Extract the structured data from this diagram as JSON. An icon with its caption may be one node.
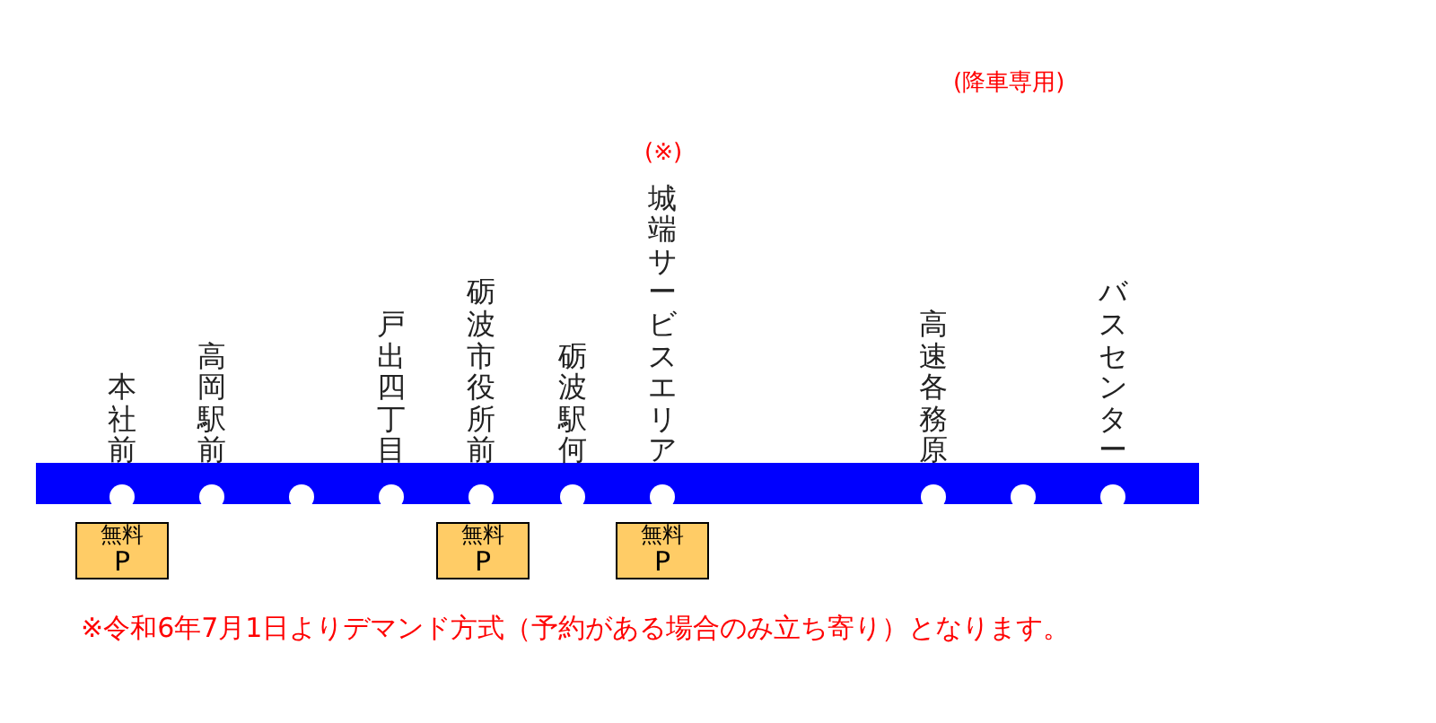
{
  "diagram": {
    "nodes": [
      {
        "text": [
          "本社前"
        ]
      },
      {
        "text": [
          "高岡駅前"
        ]
      },
      {
        "text": [],
        "shape": "circle"
      },
      {
        "text": [
          "戸出四丁目"
        ]
      },
      {
        "text": [
          "砺波市役所前"
        ]
      },
      {
        "text": [
          "砺波駅何"
        ]
      },
      {
        "text": [
          "城端サービスエリア"
        ]
      },
      {
        "text": [
          "高速各務原"
        ]
      },
      {
        "text": [],
        "shape": "circle"
      },
      {
        "text": [
          "バスセンター"
        ]
      },
      {
        "text": [
          "無料",
          "P"
        ]
      },
      {
        "text": [
          "無料",
          "P"
        ]
      },
      {
        "text": [
          "無料",
          "P"
        ]
      },
      {
        "text": [],
        "shape": "bar"
      }
    ],
    "edges": [],
    "labels": [
      "(降車専用)",
      "(※)",
      "※令和6年7月1日よりデマンド方式（予約がある場合のみ立ち寄り）となります。"
    ]
  }
}
